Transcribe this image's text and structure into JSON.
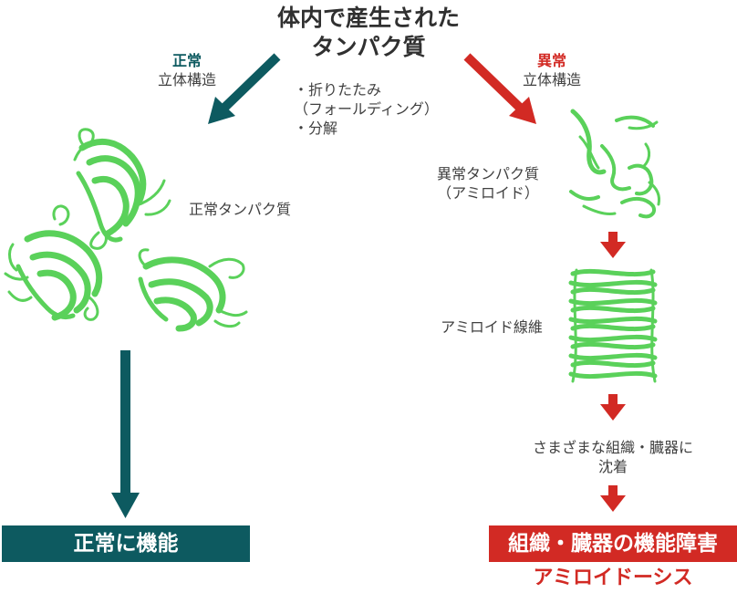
{
  "title_line1": "体内で産生された",
  "title_line2": "タンパク質",
  "left": {
    "head_accent": "正常",
    "head_sub": "立体構造",
    "protein_label": "正常タンパク質",
    "result": "正常に機能"
  },
  "center": {
    "steps": [
      "・折りたたみ",
      "（フォールディング）",
      "・分解"
    ]
  },
  "right": {
    "head_accent": "異常",
    "head_sub": "立体構造",
    "abnormal_label_1": "異常タンパク質",
    "abnormal_label_2": "（アミロイド）",
    "fiber_label": "アミロイド線維",
    "deposit_label_1": "さまざまな組織・臓器に",
    "deposit_label_2": "沈着",
    "result": "組織・臓器の機能障害",
    "disease": "アミロイドーシス"
  },
  "colors": {
    "teal": "#0d5a60",
    "red": "#d22a24",
    "protein_green": "#5ad15a"
  }
}
